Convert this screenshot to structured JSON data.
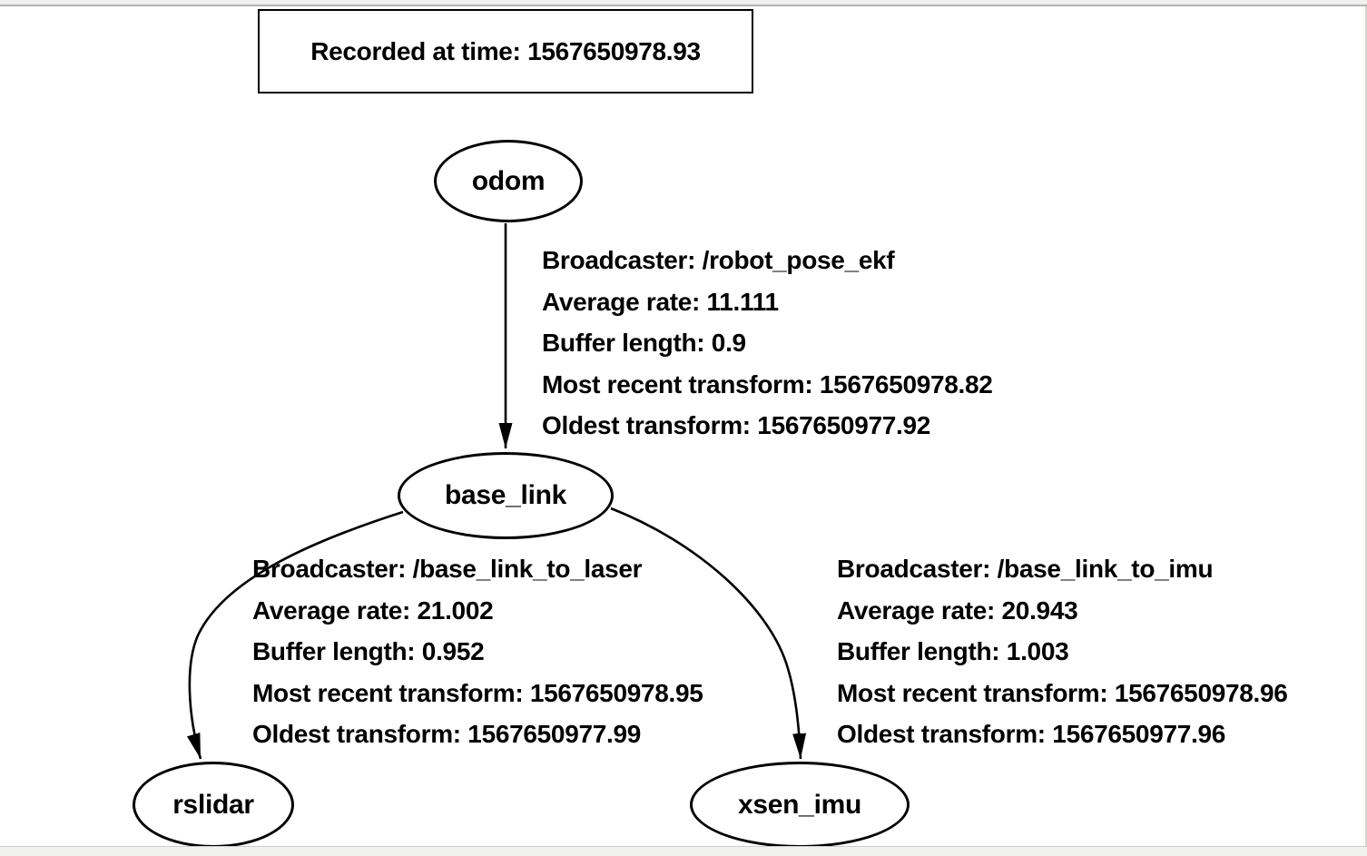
{
  "colors": {
    "ink": "#000000",
    "background": "#ffffff",
    "chrome_strip": "#f0f0ee",
    "chrome_border": "#b5b5b3",
    "scrollbar_track": "#f1f1ef"
  },
  "header": {
    "recorded_at_label": "Recorded at time: 1567650978.93"
  },
  "nodes": {
    "odom": "odom",
    "base_link": "base_link",
    "rslidar": "rslidar",
    "xsen_imu": "xsen_imu"
  },
  "edges": [
    {
      "from": "odom",
      "to": "base_link",
      "lines": [
        "Broadcaster: /robot_pose_ekf",
        "Average rate: 11.111",
        "Buffer length: 0.9",
        "Most recent transform: 1567650978.82",
        "Oldest transform: 1567650977.92"
      ]
    },
    {
      "from": "base_link",
      "to": "rslidar",
      "lines": [
        "Broadcaster: /base_link_to_laser",
        "Average rate: 21.002",
        "Buffer length: 0.952",
        "Most recent transform: 1567650978.95",
        "Oldest transform: 1567650977.99"
      ]
    },
    {
      "from": "base_link",
      "to": "xsen_imu",
      "lines": [
        "Broadcaster: /base_link_to_imu",
        "Average rate: 20.943",
        "Buffer length: 1.003",
        "Most recent transform: 1567650978.96",
        "Oldest transform: 1567650977.96"
      ]
    }
  ]
}
